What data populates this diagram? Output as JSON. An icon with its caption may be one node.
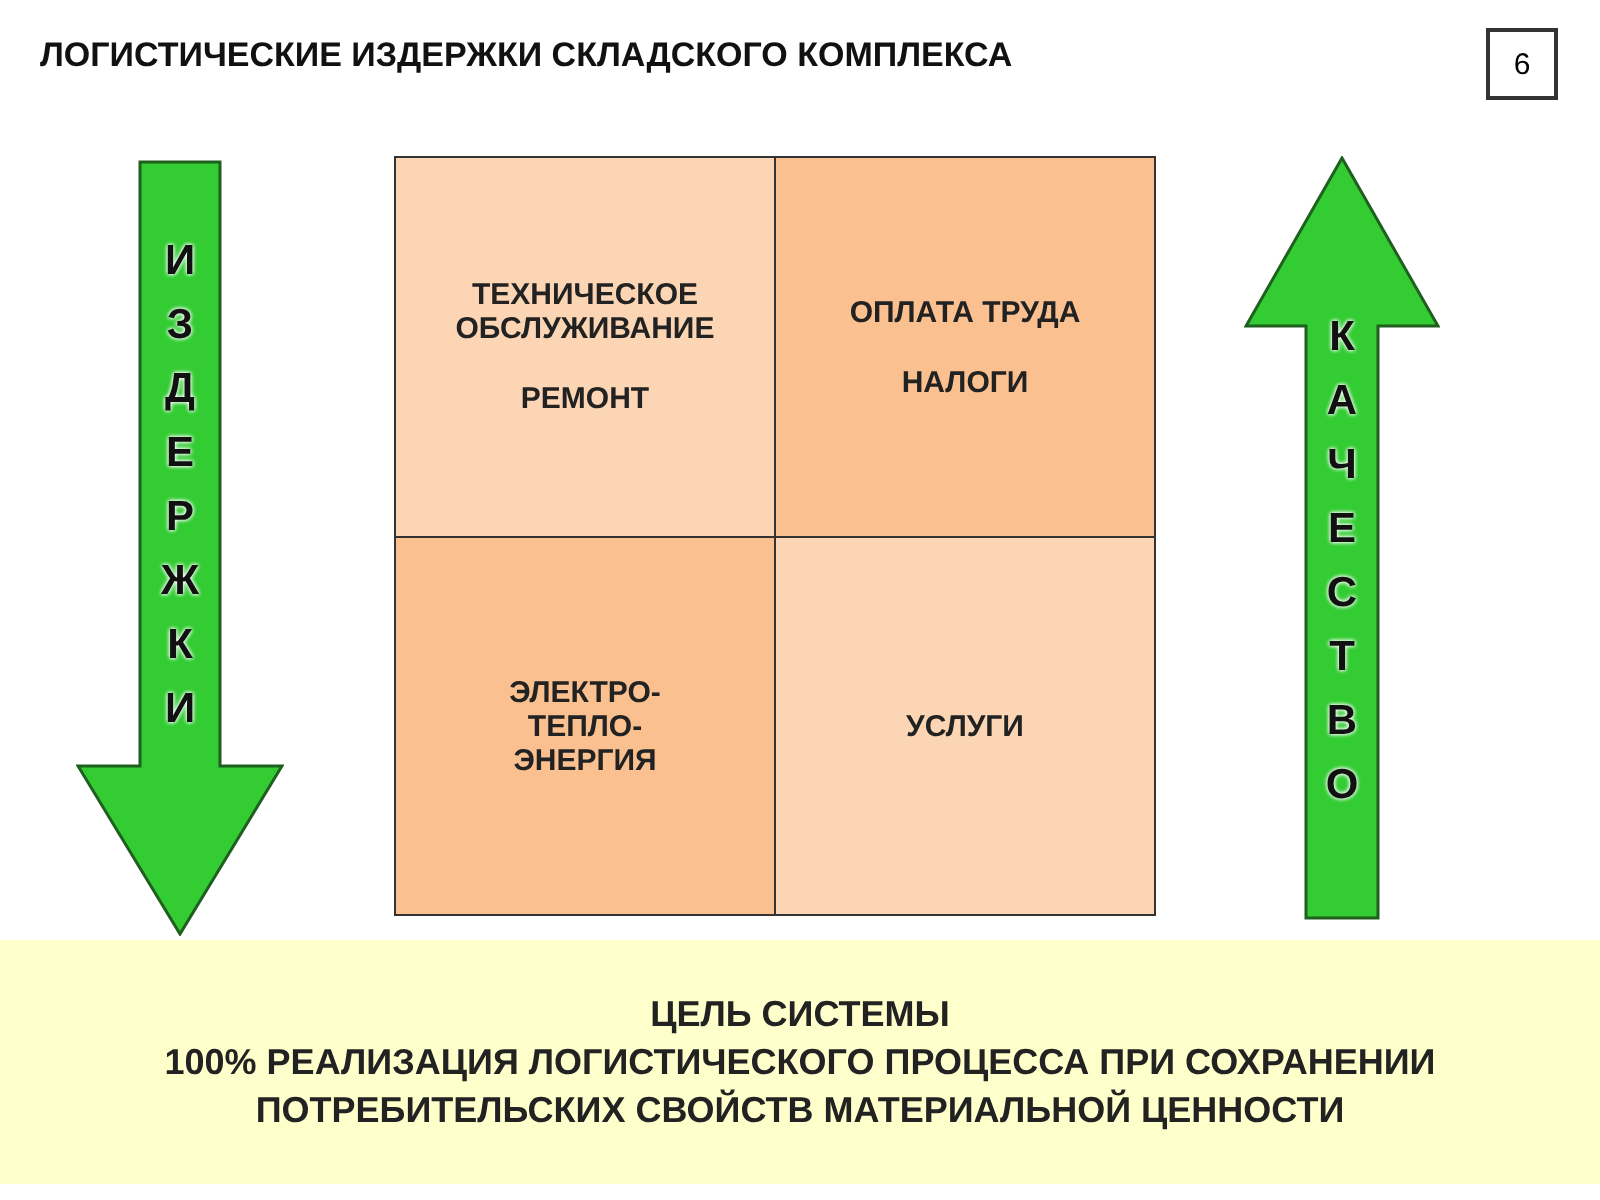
{
  "diagram": {
    "title": "ЛОГИСТИЧЕСКИЕ ИЗДЕРЖКИ СКЛАДСКОГО КОМПЛЕКСА",
    "nodes": [
      {
        "text": [
          "ИЗДЕРЖКИ"
        ]
      },
      {
        "text": [
          "ТЕХНИЧЕСКОЕ ОБСЛУЖИВАНИЕ",
          "РЕМОНТ"
        ]
      },
      {
        "text": [
          "ОПЛАТА ТРУДА",
          "НАЛОГИ"
        ]
      },
      {
        "text": [
          "ЭЛЕКТРО- ТЕПЛО- ЭНЕРГИЯ"
        ]
      },
      {
        "text": [
          "УСЛУГИ"
        ]
      },
      {
        "text": [
          "КАЧЕСТВО"
        ]
      },
      {
        "text": [
          "ЦЕЛЬ СИСТЕМЫ",
          "100% РЕАЛИЗАЦИЯ ЛОГИСТИЧЕСКОГО ПРОЦЕССА ПРИ СОХРАНЕНИИ ПОТРЕБИТЕЛЬСКИХ СВОЙСТВ МАТЕРИАЛЬНОЙ ЦЕННОСТИ"
        ]
      }
    ],
    "labels": [
      "6"
    ]
  }
}
